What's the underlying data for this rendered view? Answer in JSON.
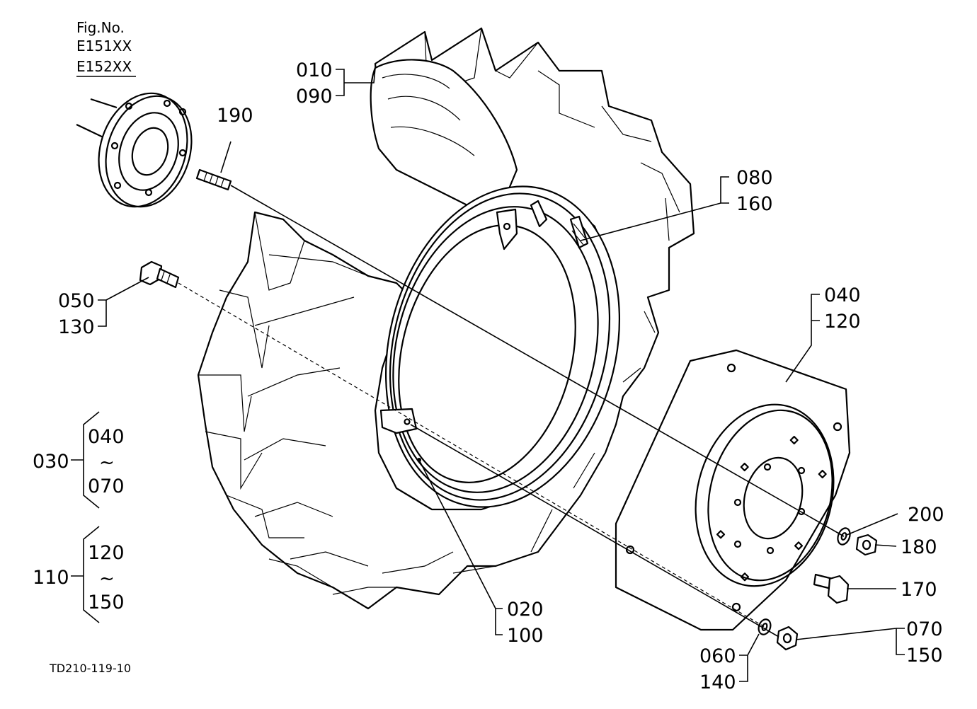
{
  "figure": {
    "fig_no_label": "Fig.No.",
    "fig_refs": [
      "E151XX",
      "E152XX"
    ],
    "drawing_code": "TD210-119-10"
  },
  "callouts": {
    "c010_090": [
      "010",
      "090"
    ],
    "c190": "190",
    "c080_160": [
      "080",
      "160"
    ],
    "c050_130": [
      "050",
      "130"
    ],
    "c040_120": [
      "040",
      "120"
    ],
    "c200": "200",
    "c180": "180",
    "c170": "170",
    "c020_100": [
      "020",
      "100"
    ],
    "c070_150": [
      "070",
      "150"
    ],
    "c060_140": [
      "060",
      "140"
    ]
  },
  "assemblies": [
    {
      "parent": "030",
      "from": "040",
      "range_symbol": "~",
      "to": "070"
    },
    {
      "parent": "110",
      "from": "120",
      "range_symbol": "~",
      "to": "150"
    }
  ]
}
